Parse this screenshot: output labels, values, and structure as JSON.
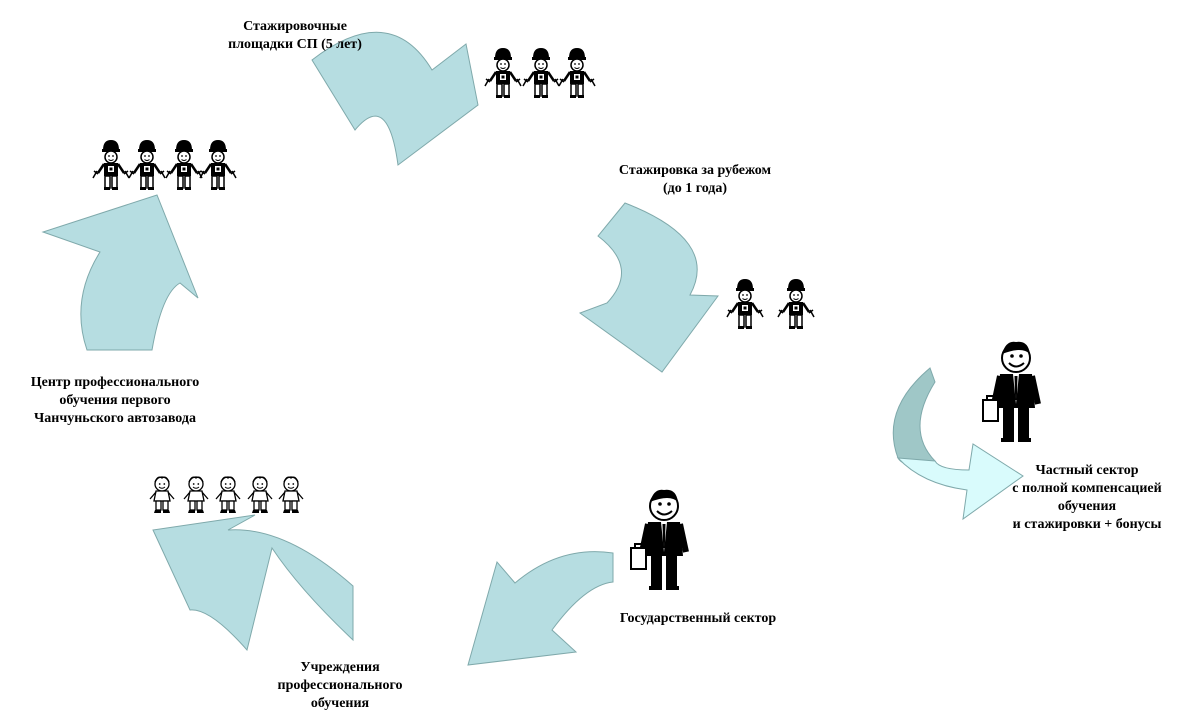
{
  "colors": {
    "arrow_fill": "#b6dde1",
    "arrow_stroke": "#7fa9ab",
    "arrow_dark_fill": "#9fc7c7",
    "arrow_light_fill": "#d9fbfc",
    "figure": "#000000",
    "background": "#ffffff"
  },
  "labels": {
    "internship_sites": [
      "Стажировочные",
      "площадки СП (5 лет)"
    ],
    "abroad": [
      "Стажировка за рубежом",
      "(до 1 года)"
    ],
    "private_sector": [
      "Частный сектор",
      "с полной компенсацией",
      "обучения",
      "и стажировки + бонусы"
    ],
    "state_sector": [
      "Государственный сектор"
    ],
    "vocational_institutions": [
      "Учреждения",
      "профессионального",
      "обучения"
    ],
    "training_center": [
      "Центр профессионального",
      "обучения первого",
      "Чанчуньского автозавода"
    ]
  },
  "figures": {
    "top_workers": {
      "icon": "worker-helmet-icon",
      "count": 3
    },
    "right_workers": {
      "icon": "worker-helmet-icon",
      "count": 2
    },
    "left_workers": {
      "icon": "worker-helmet-icon",
      "count": 4
    },
    "students": {
      "icon": "student-child-icon",
      "count": 5
    },
    "private_businessman": {
      "icon": "businessman-briefcase-icon",
      "count": 1
    },
    "state_businessman": {
      "icon": "businessman-briefcase-icon",
      "count": 1
    }
  }
}
